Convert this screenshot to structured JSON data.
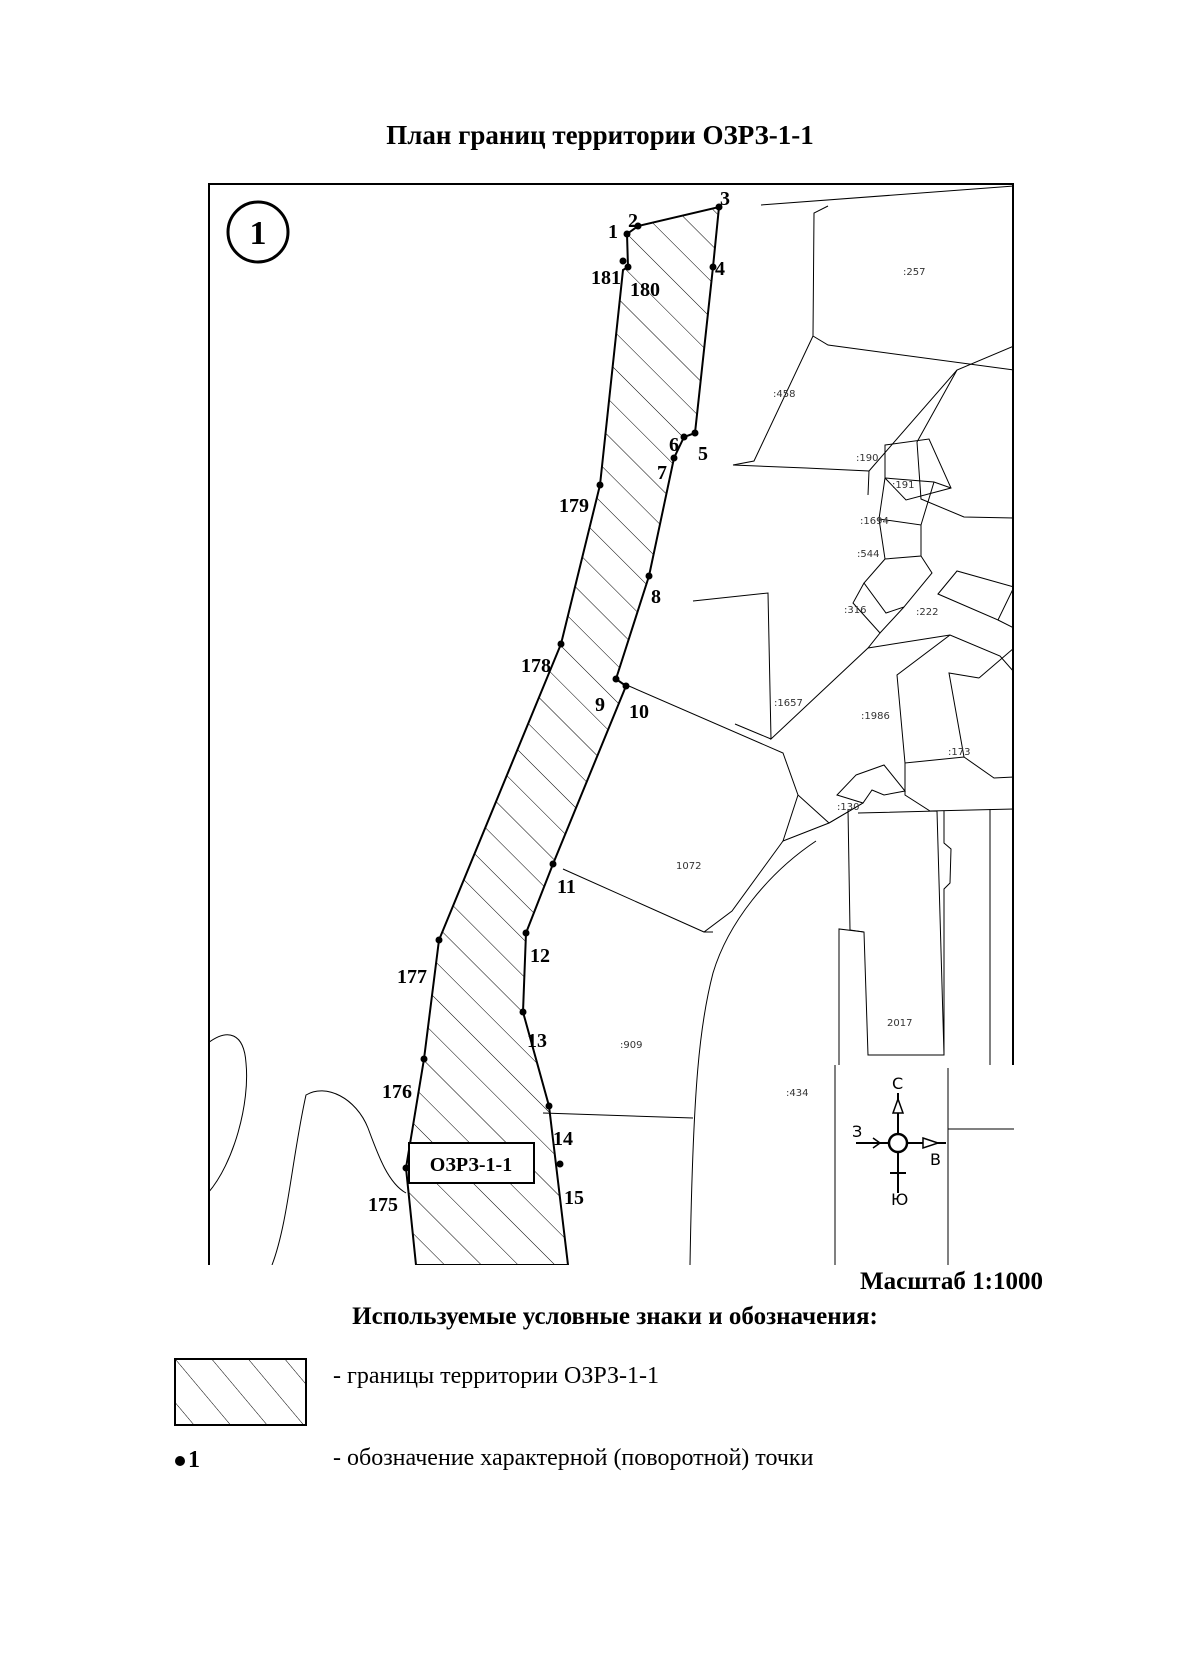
{
  "document": {
    "title": "План границ территории ОЗРЗ-1-1",
    "sheet_number": "1",
    "scale_label": "Масштаб 1:1000",
    "legend_title": "Используемые условные знаки и обозначения:",
    "legend": {
      "boundary_text": "- границы территории ОЗРЗ-1-1",
      "point_symbol": "1",
      "point_text": "- обозначение характерной (поворотной) точки"
    }
  },
  "map": {
    "zone_label": "ОЗРЗ-1-1",
    "compass": {
      "north": "С",
      "south": "Ю",
      "east": "В",
      "west": "З"
    },
    "parcel_labels": [
      ":257",
      ":458",
      ":190",
      ":191",
      ":1694",
      ":544",
      ":316",
      ":222",
      ":1657",
      ":1986",
      ":173",
      ":130",
      "1072",
      ":909",
      ":434",
      "2017"
    ],
    "points": [
      "1",
      "2",
      "3",
      "4",
      "5",
      "6",
      "7",
      "8",
      "9",
      "10",
      "11",
      "12",
      "13",
      "14",
      "15",
      "175",
      "176",
      "177",
      "178",
      "179",
      "180",
      "181"
    ]
  }
}
